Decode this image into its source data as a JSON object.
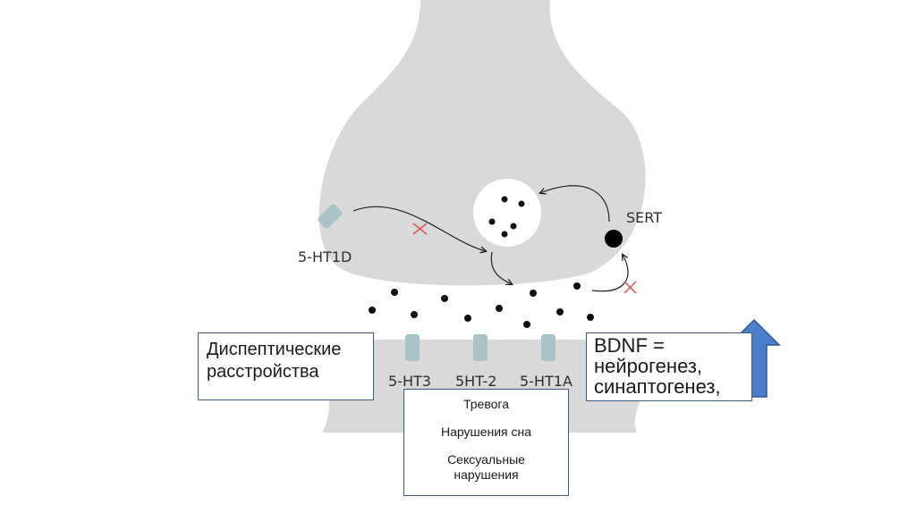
{
  "labels": {
    "sert": "SERT",
    "ht1d": "5-HT1D",
    "ht3": "5-HT3",
    "ht2": "5HT-2",
    "ht1a": "5-HT1A"
  },
  "dyspeptic_box": {
    "line1": "Диспептические",
    "line2": "расстройства"
  },
  "bdnf_box": {
    "line1": "BDNF =",
    "line2": "нейрогенез,",
    "line3": "синаптогенез,"
  },
  "effects_box": {
    "item1": "Тревога",
    "item2": "Нарушения сна",
    "item3_line1": "Сексуальные",
    "item3_line2": "нарушения"
  },
  "colors": {
    "neuron": "#d9d9d9",
    "receptor": "#a8c4c8",
    "dot": "#111111",
    "inhibit_mark": "#e05050",
    "box_border": "#3b5a86",
    "arrow_fill": "#4a7fcc"
  }
}
